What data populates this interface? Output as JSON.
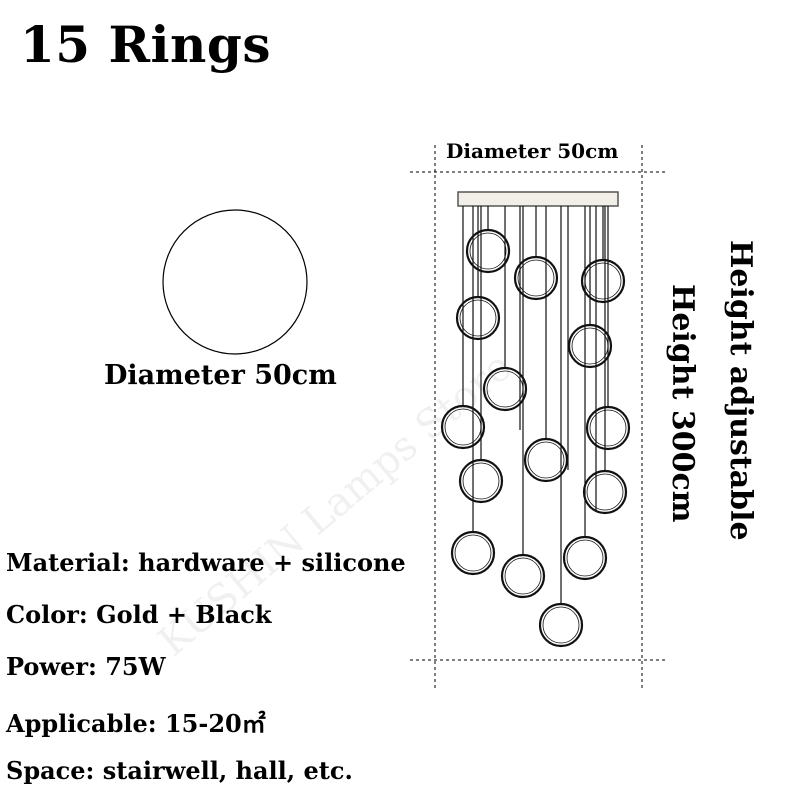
{
  "title": "15 Rings",
  "circle_label": "Diameter 50cm",
  "specs": [
    "Material: hardware + silicone",
    "Color: Gold + Black",
    "Power: 75W",
    "Applicable: 15-20㎡",
    "Space: stairwell, hall, etc."
  ],
  "drawing": {
    "width_label": "Diameter 50cm",
    "height_label": "Height 300cm",
    "adjustable_label": "Height adjustable",
    "ring_count": 15
  },
  "watermark": "KUSHIN Lamps Store"
}
